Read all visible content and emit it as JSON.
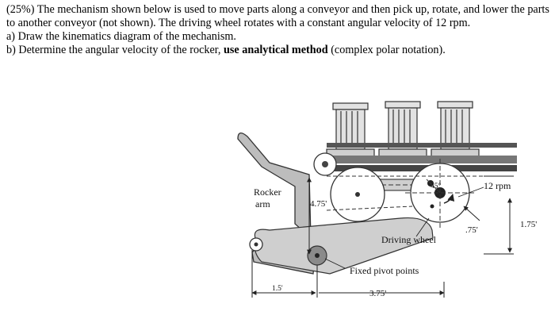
{
  "problem": {
    "intro": "(25%) The mechanism shown below is used to move parts along a conveyor and then pick up, rotate, and lower the parts to another conveyor (not shown). The driving wheel rotates with a constant angular velocity of 12 rpm.",
    "part_a": "a)  Draw the kinematics diagram of the mechanism.",
    "part_b_prefix": "b)  Determine the angular velocity of the rocker, ",
    "part_b_bold": "use analytical method",
    "part_b_suffix": " (complex polar notation)."
  },
  "figure": {
    "rocker_label_1": "Rocker",
    "rocker_label_2": "arm",
    "dim_475": "4.75'",
    "angle_45": "45°",
    "speed": "12 rpm",
    "dim_75": ".75'",
    "dim_175": "1.75'",
    "driving_wheel": "Driving wheel",
    "fixed_pivots": "Fixed pivot points",
    "dim_15": "1.5'",
    "dim_375": "3.75'"
  }
}
